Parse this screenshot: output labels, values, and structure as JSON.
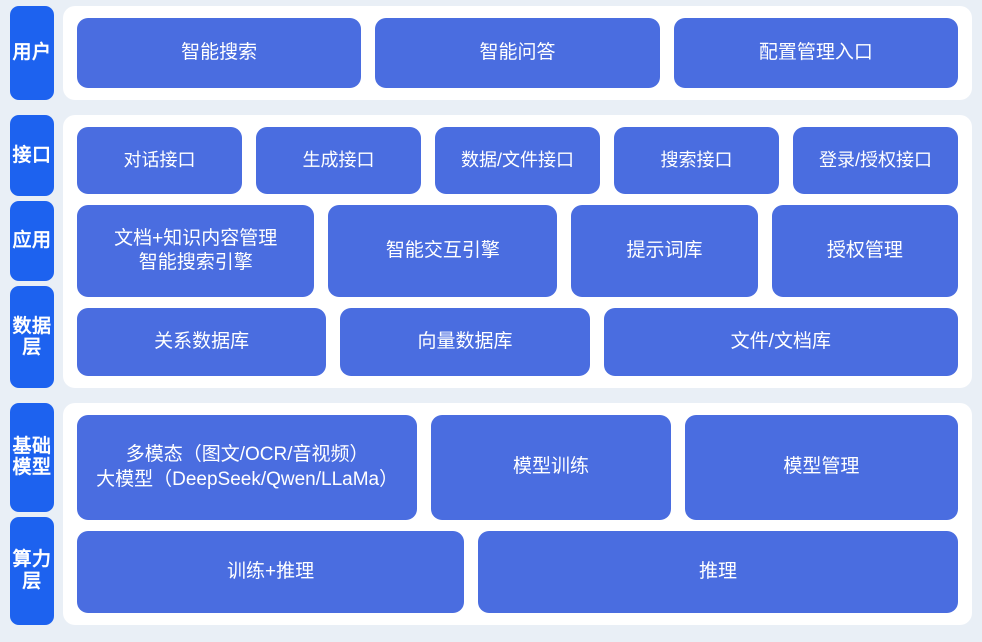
{
  "diagram": {
    "background_color": "#e9eff6",
    "panel_color": "#ffffff",
    "label_color": "#1d62ef",
    "box_color": "#4a6de0",
    "text_color": "#ffffff"
  },
  "sections": [
    {
      "id": "users",
      "labels": [
        "用户"
      ],
      "rows": [
        {
          "boxes": [
            {
              "text": "智能搜索"
            },
            {
              "text": "智能问答"
            },
            {
              "text": "配置管理入口"
            }
          ]
        }
      ]
    },
    {
      "id": "middle",
      "labels": [
        "接口",
        "应用",
        "数据层"
      ],
      "rows": [
        {
          "boxes": [
            {
              "text": "对话接口"
            },
            {
              "text": "生成接口"
            },
            {
              "text": "数据/文件接口"
            },
            {
              "text": "搜索接口"
            },
            {
              "text": "登录/授权接口"
            }
          ]
        },
        {
          "boxes": [
            {
              "text": "文档+知识内容管理\n智能搜索引擎"
            },
            {
              "text": "智能交互引擎"
            },
            {
              "text": "提示词库"
            },
            {
              "text": "授权管理"
            }
          ]
        },
        {
          "boxes": [
            {
              "text": "关系数据库"
            },
            {
              "text": "向量数据库"
            },
            {
              "text": "文件/文档库"
            }
          ]
        }
      ]
    },
    {
      "id": "infrastructure",
      "labels": [
        "基础模型",
        "算力层"
      ],
      "rows": [
        {
          "boxes": [
            {
              "text": "多模态（图文/OCR/音视频）\n大模型（DeepSeek/Qwen/LLaMa）"
            },
            {
              "text": "模型训练"
            },
            {
              "text": "模型管理"
            }
          ]
        },
        {
          "boxes": [
            {
              "text": "训练+推理"
            },
            {
              "text": "推理"
            }
          ]
        }
      ]
    }
  ]
}
